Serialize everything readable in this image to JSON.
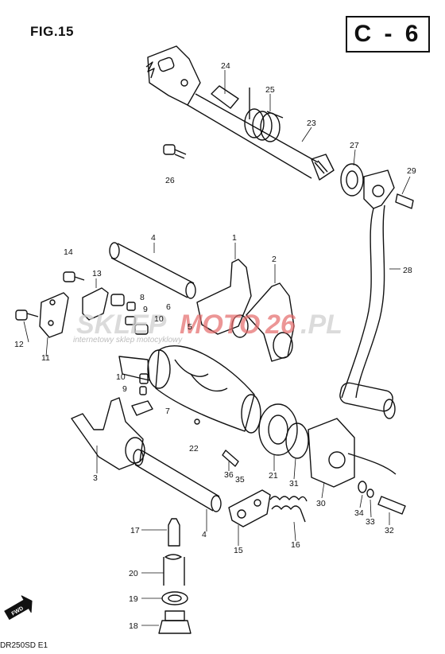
{
  "figure": {
    "title": "FIG.15",
    "code": "C - 6"
  },
  "footer": {
    "text": "DR250SD  E1"
  },
  "watermark": {
    "part1": "SKLEP",
    "part2": "MOTO",
    "part3": "26",
    "part4": ".PL",
    "tagline": "internetowy sklep motocyklowy"
  },
  "direction_marker": "FWD",
  "callouts": {
    "c1": "1",
    "c2": "2",
    "c3": "3",
    "c4a": "4",
    "c4b": "4",
    "c5": "5",
    "c6": "6",
    "c7": "7",
    "c8": "8",
    "c9a": "9",
    "c9b": "9",
    "c10a": "10",
    "c10b": "10",
    "c11": "11",
    "c12": "12",
    "c13": "13",
    "c14": "14",
    "c15": "15",
    "c16": "16",
    "c17": "17",
    "c18": "18",
    "c19": "19",
    "c20": "20",
    "c21": "21",
    "c22": "22",
    "c23": "23",
    "c24": "24",
    "c25": "25",
    "c26": "26",
    "c27": "27",
    "c28": "28",
    "c29": "29",
    "c30": "30",
    "c31": "31",
    "c32": "32",
    "c33": "33",
    "c34": "34",
    "c35": "35",
    "c36": "36"
  }
}
